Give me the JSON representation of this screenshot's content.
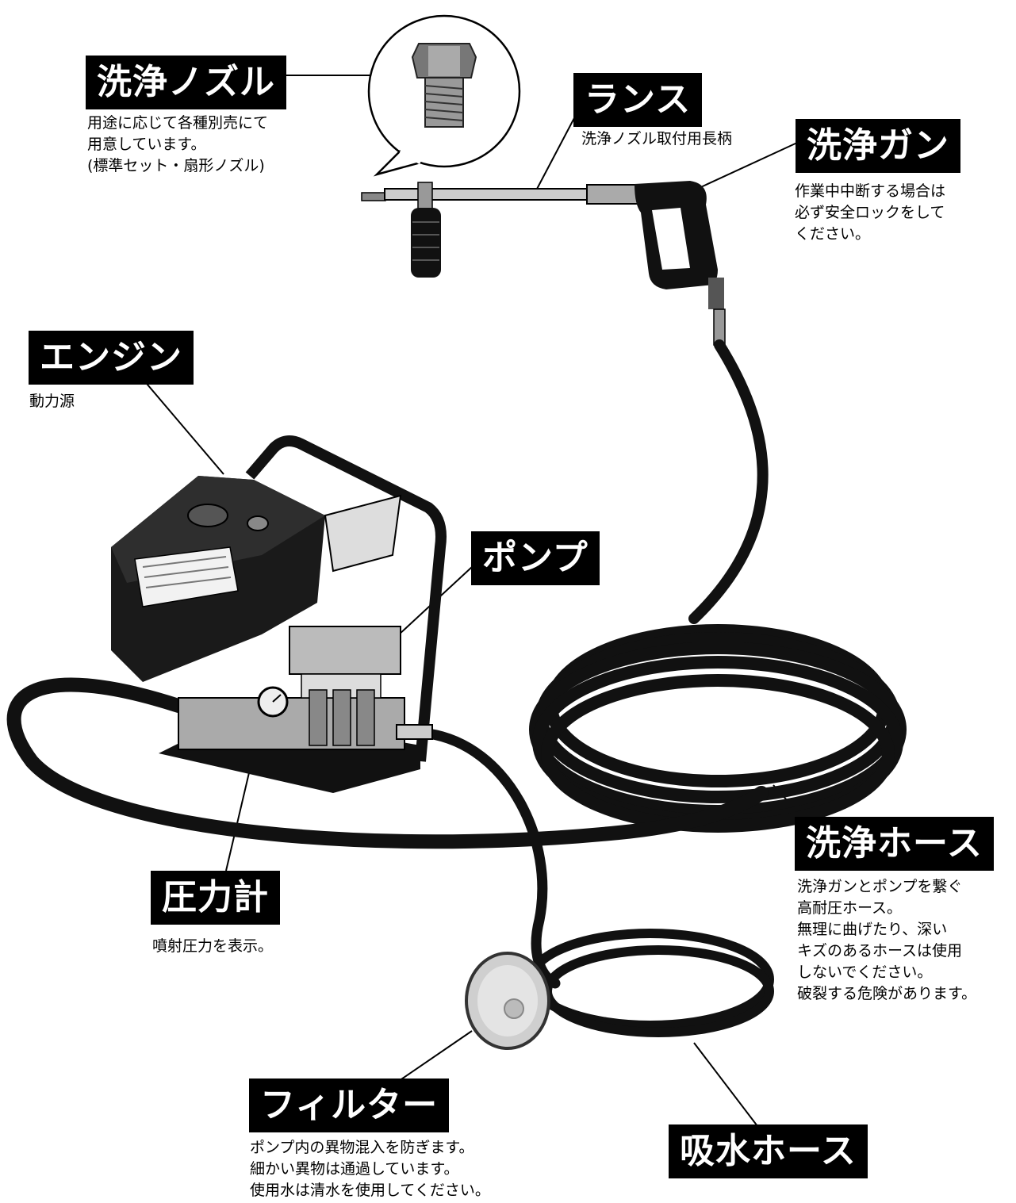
{
  "colors": {
    "ink": "#000000",
    "label_bg": "#000000",
    "label_text": "#ffffff",
    "background": "#ffffff"
  },
  "labels": {
    "nozzle": {
      "title": "洗浄ノズル",
      "desc": [
        "用途に応じて各種別売にて",
        "用意しています。",
        "(標準セット・扇形ノズル)"
      ]
    },
    "lance": {
      "title": "ランス",
      "desc": [
        "洗浄ノズル取付用長柄"
      ]
    },
    "gun": {
      "title": "洗浄ガン",
      "desc": [
        "作業中中断する場合は",
        "必ず安全ロックをして",
        "ください。"
      ]
    },
    "engine": {
      "title": "エンジン",
      "desc": [
        "動力源"
      ]
    },
    "pump": {
      "title": "ポンプ"
    },
    "gauge": {
      "title": "圧力計",
      "desc": [
        "噴射圧力を表示。"
      ]
    },
    "hose": {
      "title": "洗浄ホース",
      "desc": [
        "洗浄ガンとポンプを繋ぐ",
        "高耐圧ホース。",
        "無理に曲げたり、深い",
        "キズのあるホースは使用",
        "しないでください。",
        "破裂する危険があります。"
      ]
    },
    "filter": {
      "title": "フィルター",
      "desc": [
        "ポンプ内の異物混入を防ぎます。",
        "細かい異物は通過しています。",
        "使用水は清水を使用してください。"
      ]
    },
    "suction": {
      "title": "吸水ホース"
    }
  }
}
